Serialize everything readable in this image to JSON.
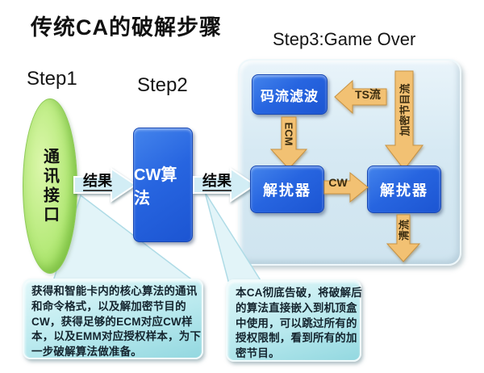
{
  "page": {
    "title": "传统CA的破解步骤"
  },
  "steps": {
    "step1": "Step1",
    "step2": "Step2",
    "step3": "Step3:Game Over"
  },
  "nodes": {
    "comm_interface": "通讯接口",
    "cw_algorithm": "CW算法",
    "stream_filter": "码流滤波",
    "descrambler_left": "解扰器",
    "descrambler_right": "解扰器"
  },
  "arrows": {
    "result1": "结果",
    "result2": "结果",
    "ts_stream": "TS流",
    "encrypted_program_stream": "加密节目流",
    "ecm": "ECM",
    "cw": "CW",
    "clear_stream": "清流"
  },
  "callouts": {
    "left": {
      "full_text": "获得和智能卡内的核心算法的通讯和命令格式，以及解加密节目的CW，获得足够的ECM对应CW样本，以及EMM对应授权样本，为下一步破解算法做准备。",
      "lines": [
        "获得和智能卡内的核心算法的通讯",
        "和命令格式，以及解加密节目的",
        "CW，获得足够的ECM对应CW样",
        "本，以及EMM对应授权样本，为下",
        "一步破解算法做准备。"
      ]
    },
    "right": {
      "full_text": "本CA彻底告破，将破解后的算法直接嵌入到机顶盒中使用，可以跳过所有的授权限制，看到所有的加密节目。",
      "lines": [
        "本CA彻底告破，将破解后",
        "的算法直接嵌入到机顶盒",
        "中使用，可以跳过所有的",
        "授权限制，看到所有的加",
        "密节目。"
      ]
    }
  },
  "colors": {
    "node_blue": "#2765e0",
    "panel_blue": "#d6e9f3",
    "arrow_orange": "#f2c173",
    "arrow_cyan": "#d2edf5",
    "callout_cyan": "#b9e9ee",
    "ellipse_green": "#b6ea7a"
  }
}
